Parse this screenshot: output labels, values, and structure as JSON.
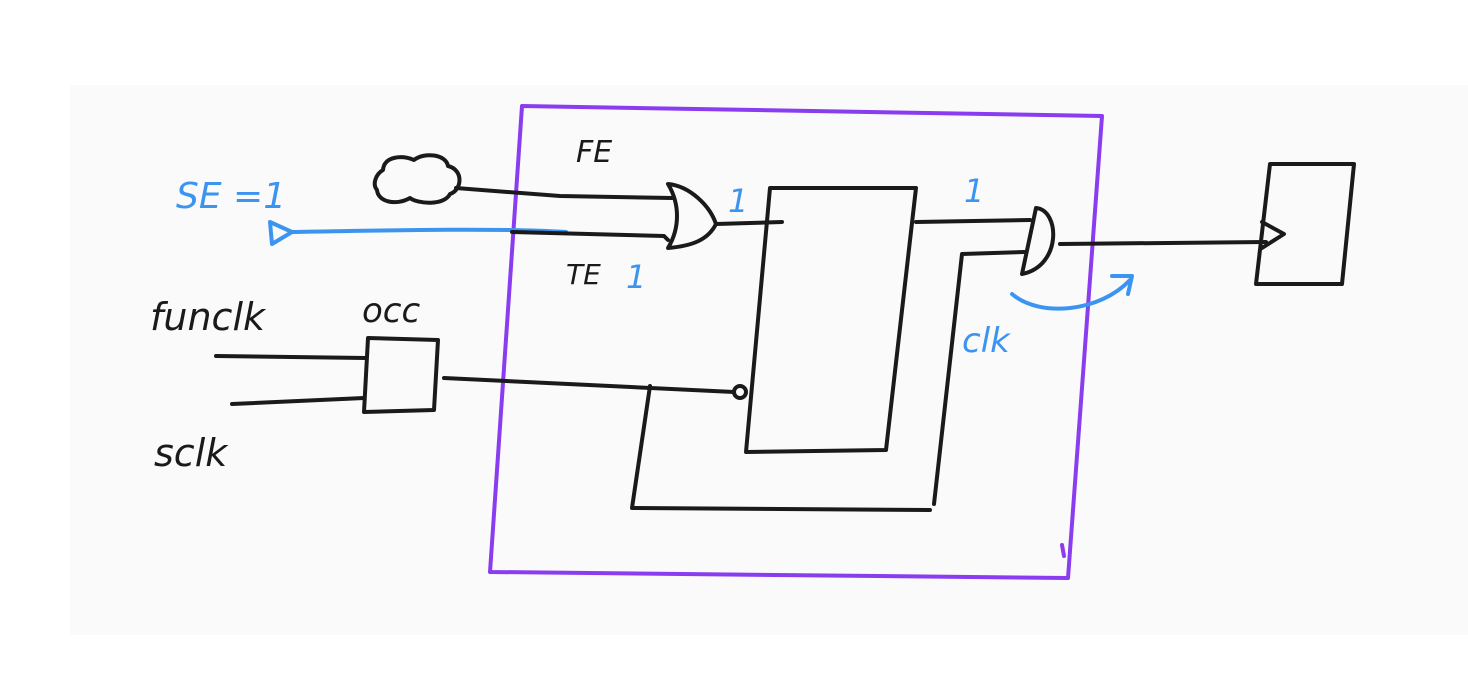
{
  "colors": {
    "background": "#ffffff",
    "board": "#fafafa",
    "ink": "#1a1a1a",
    "blue": "#3b95f0",
    "purple": "#8a3cf0"
  },
  "labels": {
    "se": "SE =1",
    "fe": "FE",
    "te": "TE",
    "te_value": "1",
    "or_out_value": "1",
    "ff_out_value": "1",
    "funclk": "funclk",
    "occ": "occ",
    "sclk": "sclk",
    "clk": "clk"
  }
}
